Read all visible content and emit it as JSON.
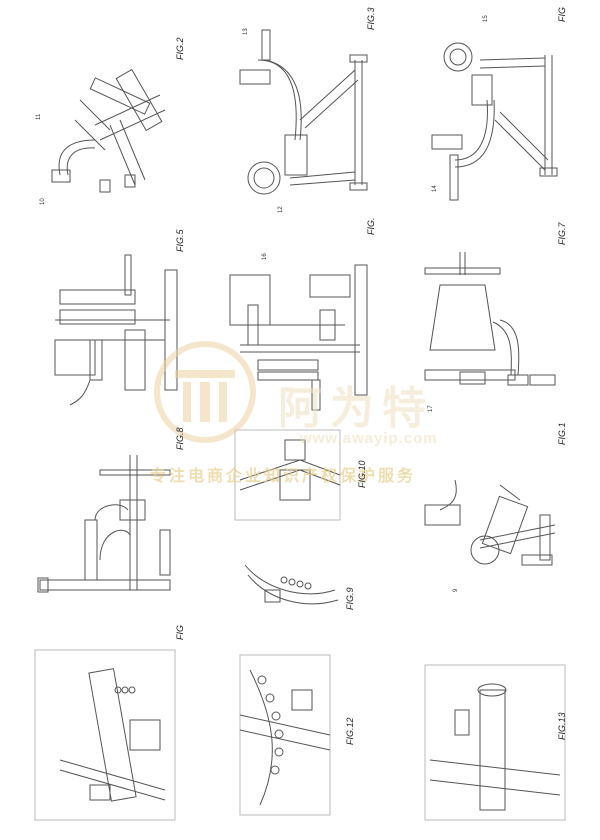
{
  "figures": {
    "fig1": "FIG.1",
    "fig2": "FIG.2",
    "fig3": "FIG.3",
    "fig4": "FIG",
    "fig5": "FIG.5",
    "fig6": "FIG.",
    "fig7": "FIG.7",
    "fig8": "FIG.8",
    "fig9": "FIG.9",
    "fig10": "FIG.10",
    "fig12": "FIG.12",
    "fig13": "FIG.13",
    "fig_top_right": "FIG"
  },
  "refs": {
    "r9": "9",
    "r10": "10",
    "r11": "11",
    "r12": "12",
    "r13": "13",
    "r14": "14",
    "r15": "15",
    "r16": "16",
    "r17": "17"
  },
  "watermark": {
    "cn_name": "阿为特",
    "url": "www.awayip.com",
    "slogan": "专注电商企业知识产权保护服务"
  }
}
